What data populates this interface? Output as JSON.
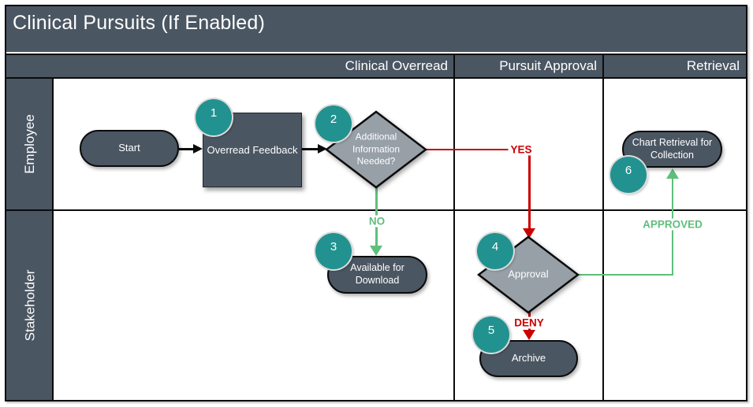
{
  "title": "Clinical Pursuits (If Enabled)",
  "columns": [
    {
      "label": "Clinical Overread"
    },
    {
      "label": "Pursuit Approval"
    },
    {
      "label": "Retrieval"
    }
  ],
  "lanes": [
    {
      "label": "Employee"
    },
    {
      "label": "Stakeholder"
    }
  ],
  "nodes": {
    "start": {
      "label": "Start",
      "type": "terminator"
    },
    "overread_feedback": {
      "label": "Overread Feedback",
      "badge": "1",
      "type": "process"
    },
    "additional_info": {
      "label": "Additional Information Needed?",
      "badge": "2",
      "type": "decision"
    },
    "available_download": {
      "label": "Available for Download",
      "badge": "3",
      "type": "terminator"
    },
    "approval": {
      "label": "Approval",
      "badge": "4",
      "type": "decision"
    },
    "archive": {
      "label": "Archive",
      "badge": "5",
      "type": "terminator"
    },
    "chart_retrieval": {
      "label": "Chart Retrieval for Collection",
      "badge": "6",
      "type": "terminator"
    }
  },
  "edges": {
    "yes": {
      "label": "YES",
      "color": "#CC0000"
    },
    "no": {
      "label": "NO",
      "color": "#5FBF7C"
    },
    "deny": {
      "label": "DENY",
      "color": "#CC0000"
    },
    "approved": {
      "label": "APPROVED",
      "color": "#5FBF7C"
    }
  },
  "colors": {
    "band_dark": "#4B5663",
    "shape_dark": "#4B5663",
    "diamond_gray": "#979FA7",
    "badge_teal": "#21928F",
    "border_black": "#0b0b0b",
    "text_white": "#ffffff"
  }
}
